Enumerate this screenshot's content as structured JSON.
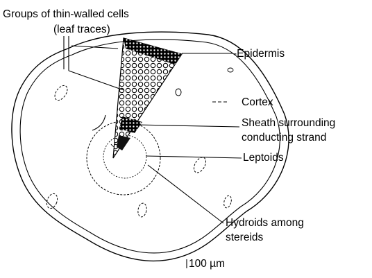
{
  "figure": {
    "labels": {
      "leaf_traces_line1": "Groups of thin-walled cells",
      "leaf_traces_line2": "(leaf traces)",
      "epidermis": "-Epidermis",
      "cortex": "Cortex",
      "sheath_line1": "Sheath surrounding",
      "sheath_line2": "conducting strand",
      "leptoids": "Leptoids",
      "hydroids_line1": "Hydroids among",
      "hydroids_line2": "stereids",
      "scale_bar": "100 µm"
    },
    "colors": {
      "ink": "#000000",
      "background": "#ffffff"
    }
  }
}
